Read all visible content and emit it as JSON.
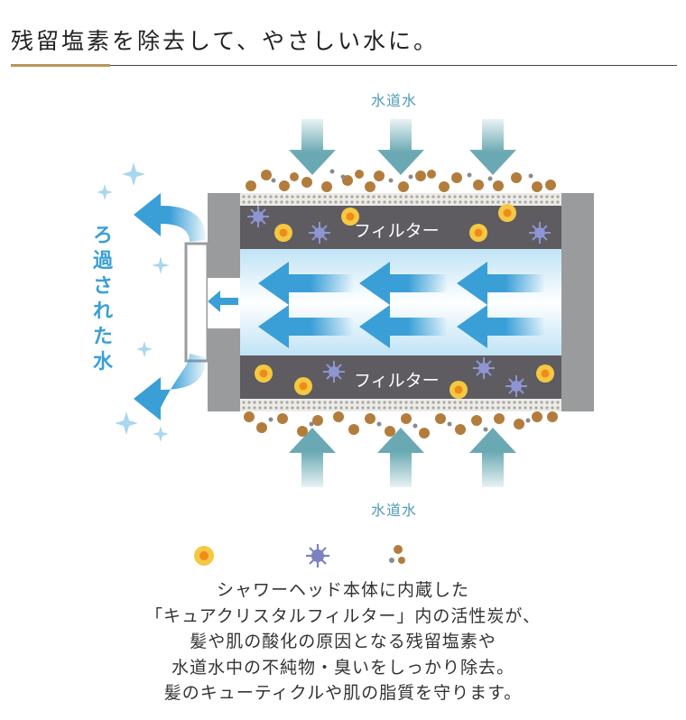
{
  "heading": "残留塩素を除去して、やさしい水に。",
  "diagram": {
    "inflow_top_label": "水道水",
    "inflow_bottom_label": "水道水",
    "filter_top_label": "フィルター",
    "filter_bottom_label": "フィルター",
    "filtered_water_label": [
      "ろ",
      "過",
      "さ",
      "れ",
      "た",
      "水"
    ],
    "colors": {
      "water_arrow": "#6aa9b3",
      "inner_arrow": "#3a9fd6",
      "filter_body": "#5e5c60",
      "particle": "#b27d3c",
      "chlorine": "#f0b81e",
      "impurity": "#7a82c4"
    }
  },
  "legend": {
    "icons": [
      "chlorine-dot-icon",
      "virus-icon",
      "particles-icon"
    ]
  },
  "description": [
    "シャワーヘッド本体に内蔵した",
    "「キュアクリスタルフィルター」内の活性炭が、",
    "髪や肌の酸化の原因となる残留塩素や",
    "水道水中の不純物・臭いをしっかり除去。",
    "髪のキューティクルや肌の脂質を守ります。"
  ]
}
